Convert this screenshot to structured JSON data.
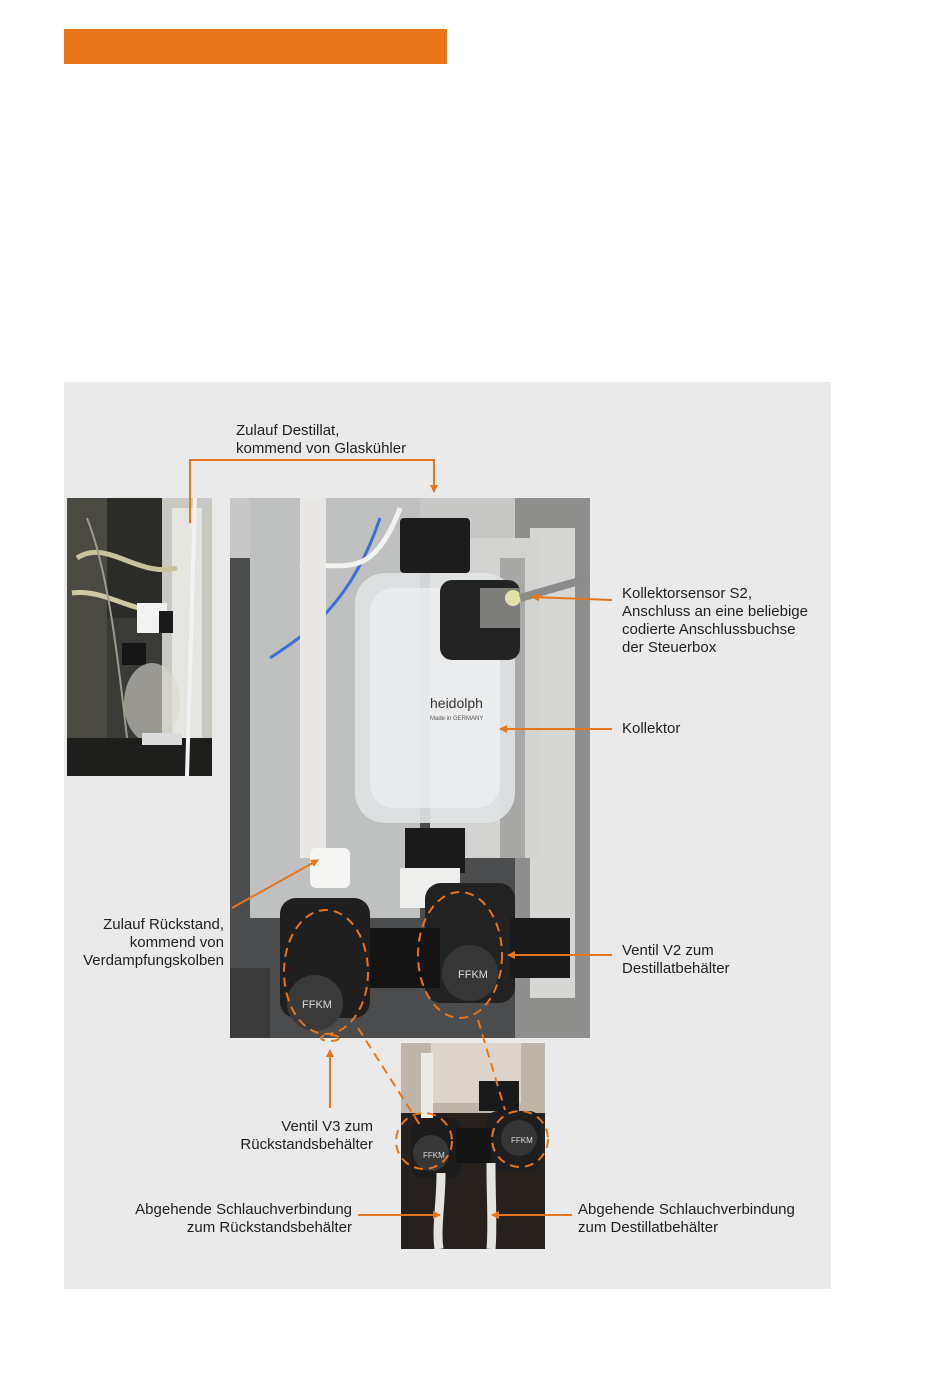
{
  "labels": {
    "zulauf_destillat": [
      "Zulauf Destillat,",
      "kommend von Glaskühler"
    ],
    "kollektorsensor": [
      "Kollektorsensor S2,",
      "Anschluss an eine beliebige",
      "codierte Anschlussbuchse",
      "der Steuerbox"
    ],
    "kollektor": [
      "Kollektor"
    ],
    "zulauf_rueckstand": [
      "Zulauf Rückstand,",
      "kommend von",
      "Verdampfungskolben"
    ],
    "ventil_v2": [
      "Ventil V2 zum",
      "Destillatbehälter"
    ],
    "ventil_v3": [
      "Ventil V3 zum",
      "Rückstandsbehälter"
    ],
    "schlauch_rueckstand": [
      "Abgehende Schlauchverbindung",
      "zum Rückstandsbehälter"
    ],
    "schlauch_destillat": [
      "Abgehende Schlauchverbindung",
      "zum Destillatbehälter"
    ]
  },
  "photo_text": {
    "brand": "heidolph",
    "brand_sub": "Made in GERMANY",
    "valve_marking": "FFKM"
  },
  "colors": {
    "accent": "#e8751a",
    "panel": "#eaeaea"
  }
}
